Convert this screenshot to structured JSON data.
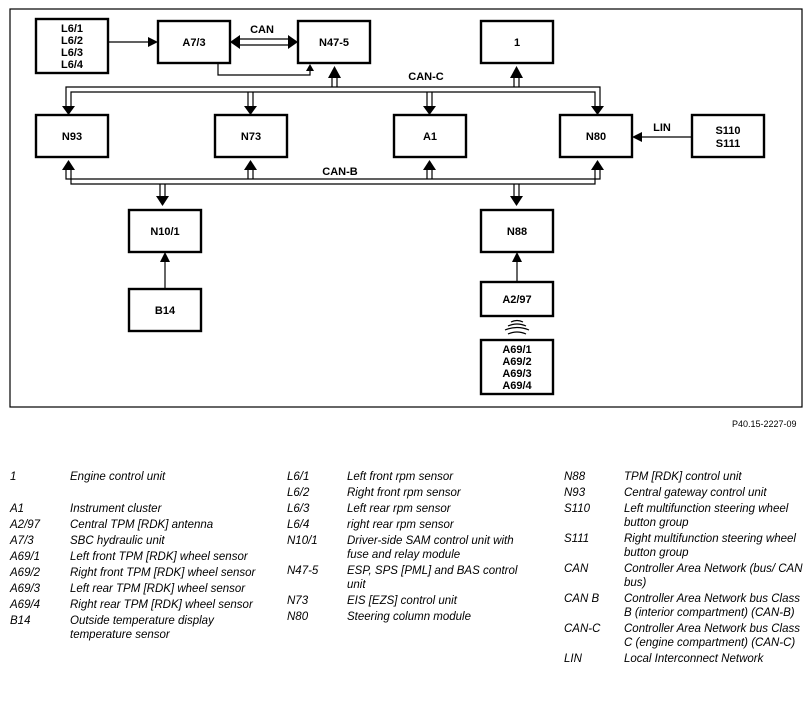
{
  "boxes": {
    "l6": [
      "L6/1",
      "L6/2",
      "L6/3",
      "L6/4"
    ],
    "a73": "A7/3",
    "n475": "N47-5",
    "one": "1",
    "n93": "N93",
    "n73": "N73",
    "a1": "A1",
    "n80": "N80",
    "s110": [
      "S110",
      "S111"
    ],
    "n101": "N10/1",
    "n88": "N88",
    "b14": "B14",
    "a297": "A2/97",
    "a69": [
      "A69/1",
      "A69/2",
      "A69/3",
      "A69/4"
    ]
  },
  "bus_labels": {
    "can": "CAN",
    "can_c": "CAN-C",
    "can_b": "CAN-B",
    "lin": "LIN"
  },
  "figure_ref": "P40.15-2227-09",
  "legend": {
    "col1": [
      {
        "code": "1",
        "desc": "Engine control unit"
      },
      {
        "code": "",
        "desc": ""
      },
      {
        "code": "A1",
        "desc": "Instrument cluster"
      },
      {
        "code": "A2/97",
        "desc": "Central TPM [RDK] antenna"
      },
      {
        "code": "A7/3",
        "desc": "SBC hydraulic unit"
      },
      {
        "code": "A69/1",
        "desc": "Left front TPM [RDK] wheel sensor"
      },
      {
        "code": "A69/2",
        "desc": "Right front TPM [RDK] wheel sensor"
      },
      {
        "code": "A69/3",
        "desc": "Left rear TPM [RDK] wheel sensor"
      },
      {
        "code": "A69/4",
        "desc": "Right rear TPM [RDK] wheel sensor"
      },
      {
        "code": "B14",
        "desc": "Outside temperature display temperature sensor"
      }
    ],
    "col2": [
      {
        "code": "L6/1",
        "desc": "Left front rpm sensor"
      },
      {
        "code": "L6/2",
        "desc": "Right front rpm sensor"
      },
      {
        "code": "L6/3",
        "desc": "Left rear rpm sensor"
      },
      {
        "code": "L6/4",
        "desc": "right rear rpm sensor"
      },
      {
        "code": "N10/1",
        "desc": "Driver-side SAM control unit with fuse and relay module"
      },
      {
        "code": "N47-5",
        "desc": "ESP, SPS [PML] and BAS control unit"
      },
      {
        "code": "N73",
        "desc": "EIS [EZS] control unit"
      },
      {
        "code": "N80",
        "desc": "Steering column module"
      }
    ],
    "col3": [
      {
        "code": "N88",
        "desc": "TPM [RDK] control unit"
      },
      {
        "code": "N93",
        "desc": "Central gateway control unit"
      },
      {
        "code": "S110",
        "desc": "Left multifunction steering wheel button group"
      },
      {
        "code": "S111",
        "desc": "Right multifunction steering wheel button group"
      },
      {
        "code": "CAN",
        "desc": "Controller Area Network (bus/ CAN bus)"
      },
      {
        "code": "CAN B",
        "desc": "Controller Area Network bus Class B (interior compartment) (CAN-B)"
      },
      {
        "code": "CAN-C",
        "desc": "Controller Area Network bus Class C (engine compartment) (CAN-C)"
      },
      {
        "code": "LIN",
        "desc": "Local Interconnect Network"
      }
    ]
  }
}
